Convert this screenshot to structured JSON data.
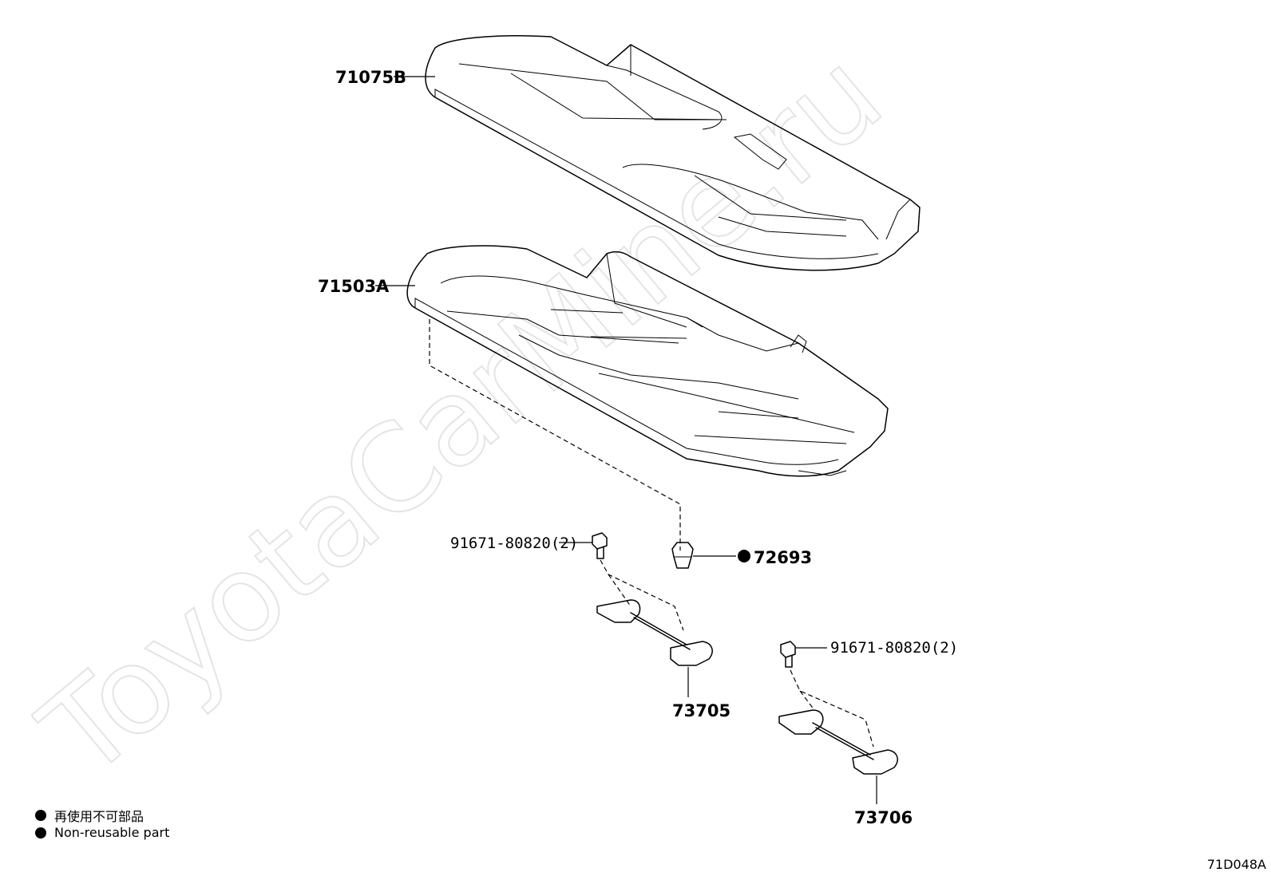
{
  "watermark": "ToyotaCarMine.ru",
  "callouts": {
    "seat_cover": "71075B",
    "cushion_pad": "71503A",
    "clip": "72693",
    "bolt_left": "91671-80820(2)",
    "bolt_right": "91671-80820(2)",
    "hook_left": "73705",
    "hook_right": "73706"
  },
  "legend": {
    "japanese": "再使用不可部品",
    "english": "Non-reusable part"
  },
  "diagram_code": "71D048A"
}
